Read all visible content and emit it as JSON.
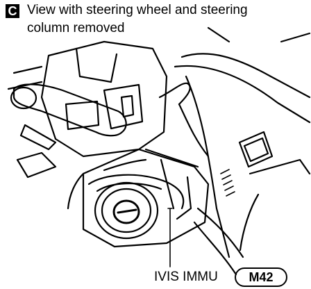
{
  "caption": {
    "section_letter": "C",
    "line1": "View with steering wheel and steering",
    "line2": "column removed"
  },
  "callout": {
    "label": "IVIS IMMU",
    "connector": "M42"
  },
  "colors": {
    "ink": "#000000",
    "background": "#ffffff"
  }
}
